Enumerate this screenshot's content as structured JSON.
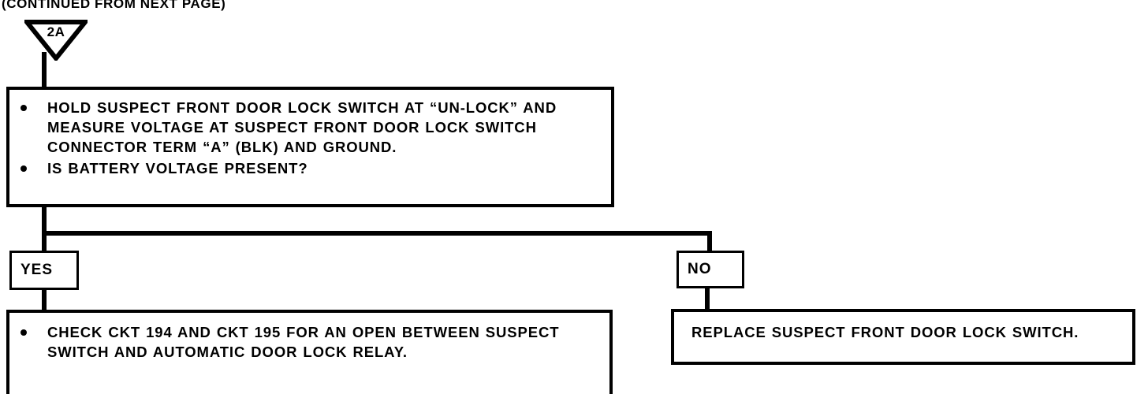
{
  "header": {
    "continued_note": "(CONTINUED FROM NEXT PAGE)"
  },
  "connector": {
    "label": "2A",
    "shape": "inverted-triangle"
  },
  "question_box": {
    "bullets": [
      "HOLD SUSPECT FRONT DOOR LOCK SWITCH AT “UN-LOCK” AND MEASURE VOLTAGE AT SUSPECT FRONT DOOR LOCK SWITCH CONNECTOR TERM “A” (BLK) AND GROUND.",
      "IS BATTERY VOLTAGE PRESENT?"
    ]
  },
  "branches": {
    "yes_label": "YES",
    "no_label": "NO"
  },
  "yes_result_box": {
    "bullets": [
      "CHECK CKT 194 AND CKT 195 FOR AN OPEN BETWEEN SUSPECT SWITCH AND AUTOMATIC DOOR LOCK RELAY."
    ]
  },
  "no_result_box": {
    "text": "REPLACE SUSPECT FRONT DOOR LOCK SWITCH."
  },
  "colors": {
    "ink": "#000000",
    "paper": "#ffffff"
  }
}
